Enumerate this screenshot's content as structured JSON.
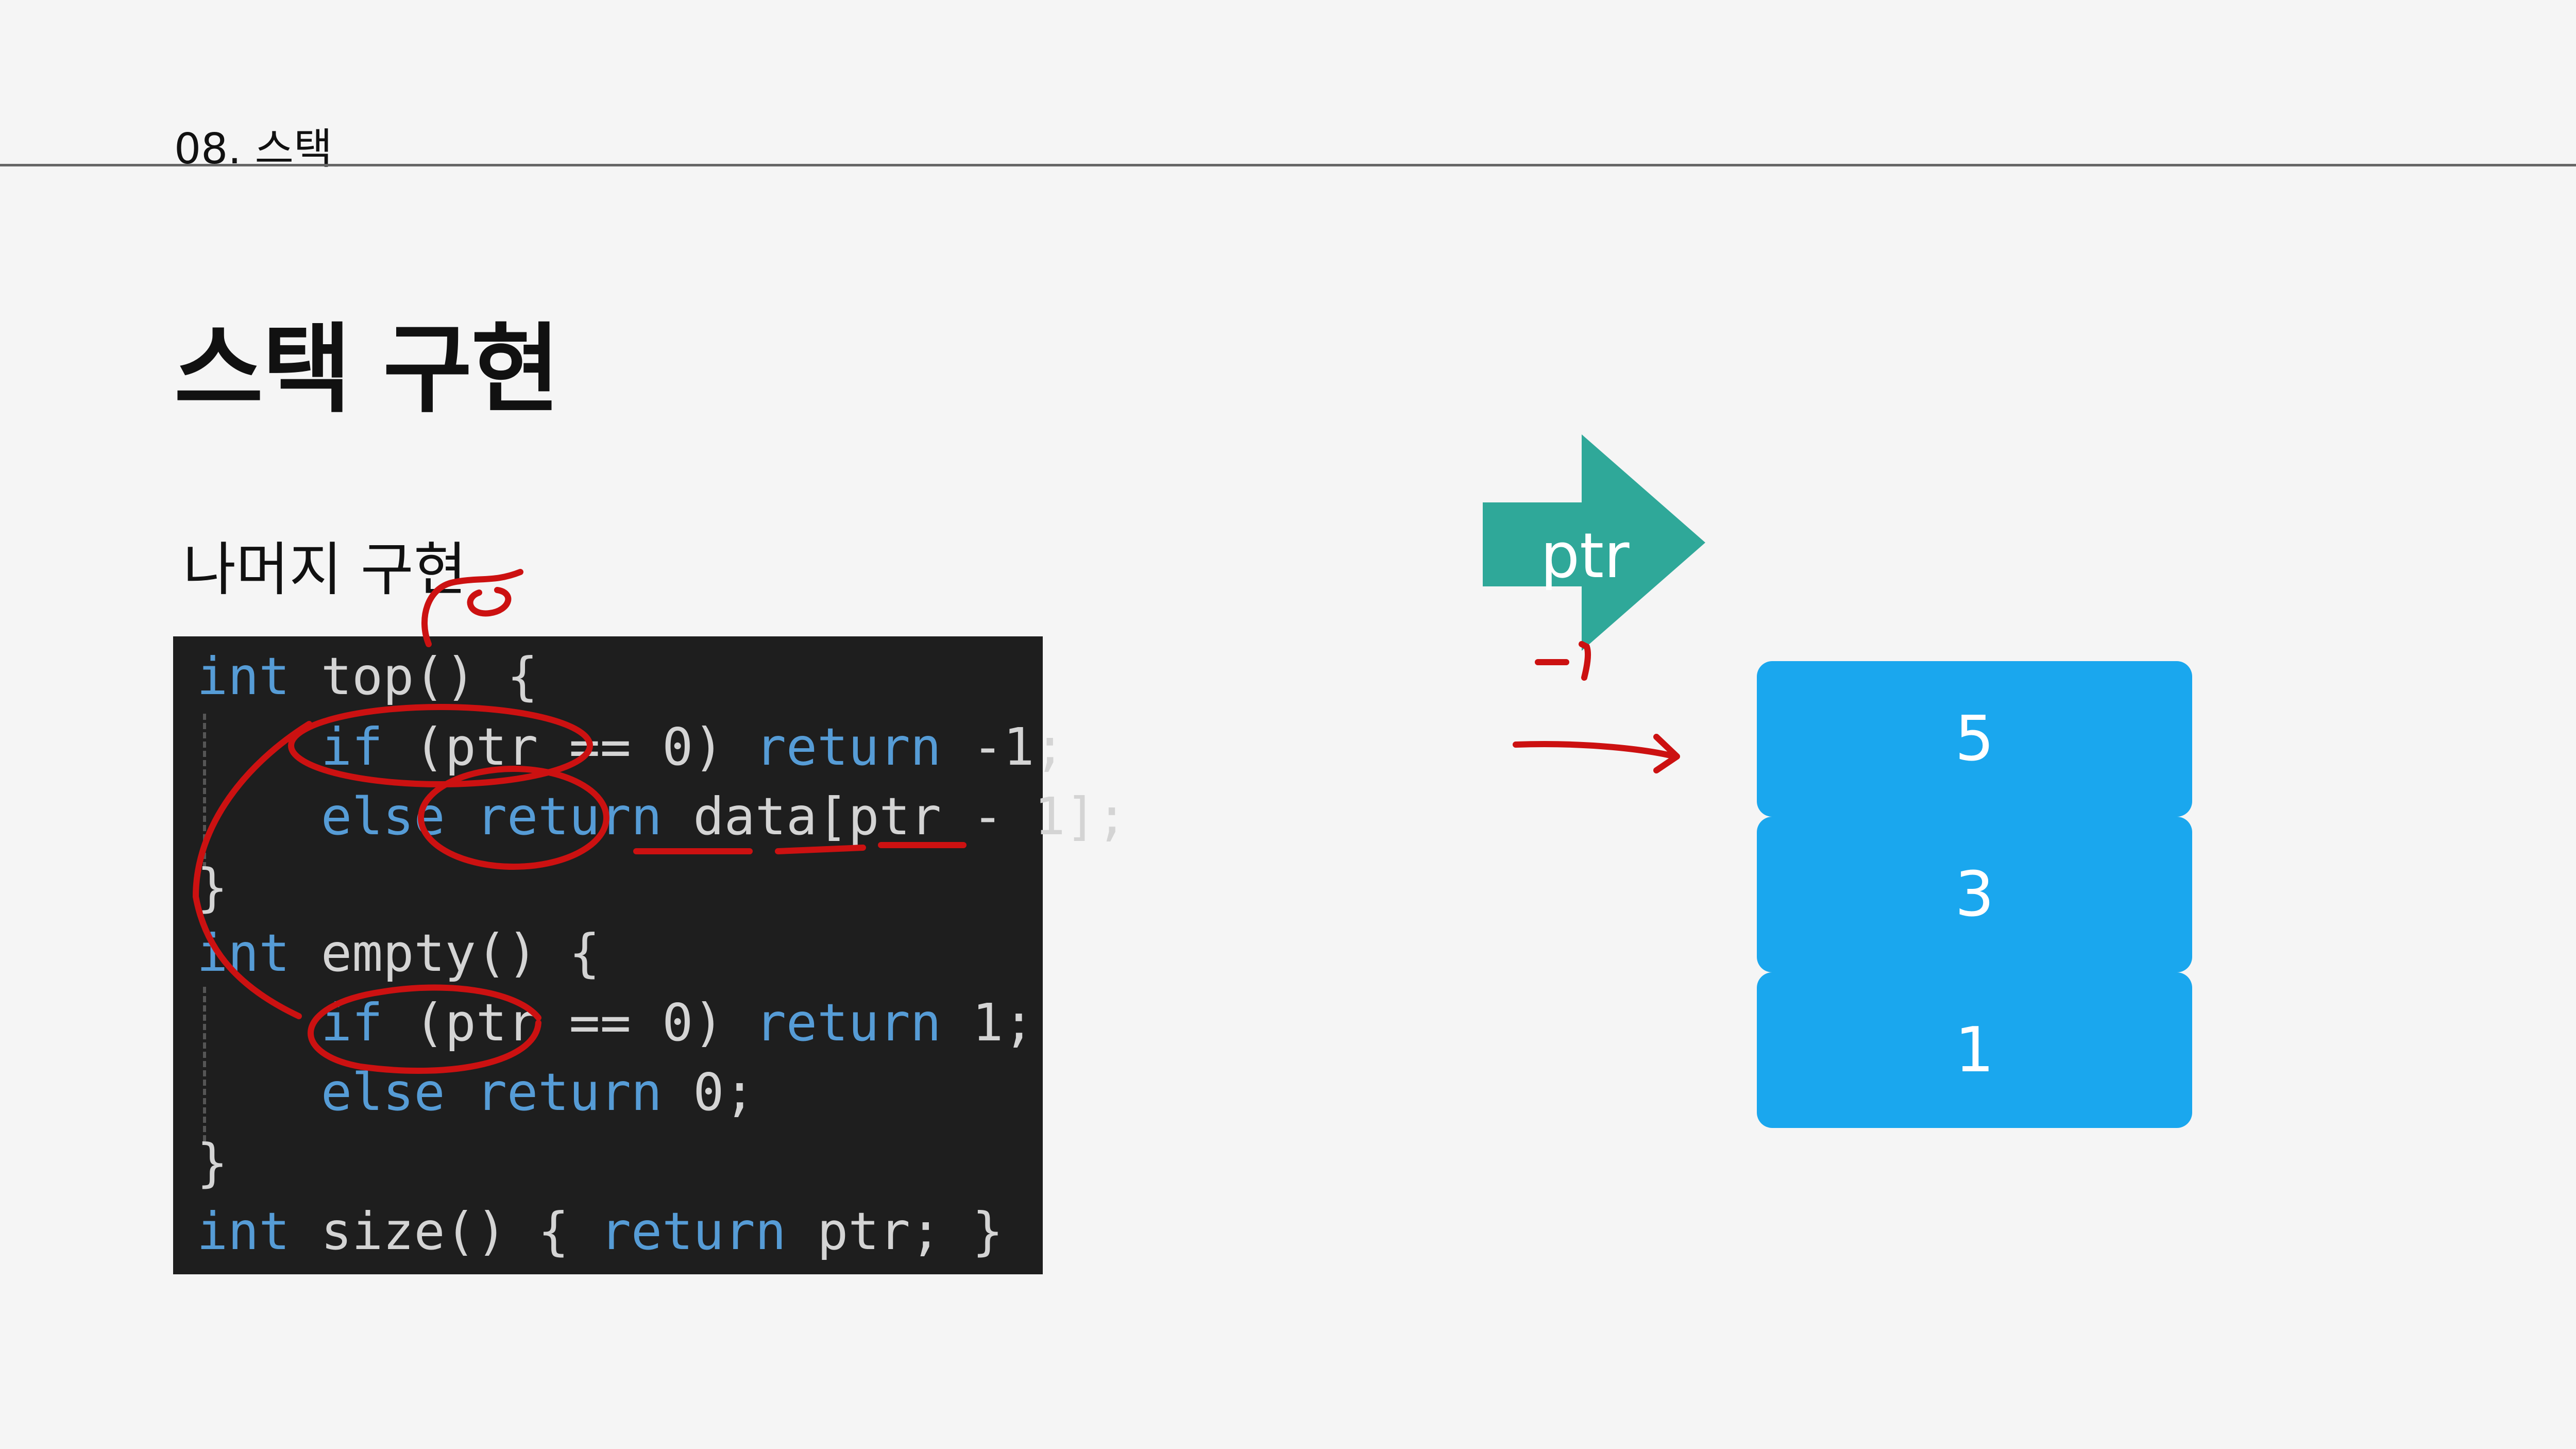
{
  "header": {
    "section": "08. 스택"
  },
  "slide": {
    "title": "스택 구현",
    "subtitle": "나머지 구현"
  },
  "code": {
    "lines": [
      [
        {
          "t": "int",
          "k": true
        },
        {
          "t": " top() {"
        }
      ],
      [
        {
          "t": "    "
        },
        {
          "t": "if",
          "k": true
        },
        {
          "t": " (ptr == 0) "
        },
        {
          "t": "return",
          "k": true
        },
        {
          "t": " -1;"
        }
      ],
      [
        {
          "t": "    "
        },
        {
          "t": "else return",
          "k": true
        },
        {
          "t": " data[ptr - 1];"
        }
      ],
      [
        {
          "t": "}"
        }
      ],
      [
        {
          "t": "int",
          "k": true
        },
        {
          "t": " empty() {"
        }
      ],
      [
        {
          "t": "    "
        },
        {
          "t": "if",
          "k": true
        },
        {
          "t": " (ptr == 0) "
        },
        {
          "t": "return",
          "k": true
        },
        {
          "t": " 1;"
        }
      ],
      [
        {
          "t": "    "
        },
        {
          "t": "else return",
          "k": true
        },
        {
          "t": " 0;"
        }
      ],
      [
        {
          "t": "}"
        }
      ],
      [
        {
          "t": "int",
          "k": true
        },
        {
          "t": " size() { "
        },
        {
          "t": "return",
          "k": true
        },
        {
          "t": " ptr; }"
        }
      ]
    ]
  },
  "diagram": {
    "pointer_label": "ptr",
    "stack_values": [
      "5",
      "3",
      "1"
    ],
    "annotation_minus_one": "-1"
  },
  "colors": {
    "code_background": "#1e1e1e",
    "keyword": "#569cd6",
    "arrow": "#2fa899",
    "stack_cell": "#1aa7ee",
    "ink": "#cc1111"
  }
}
